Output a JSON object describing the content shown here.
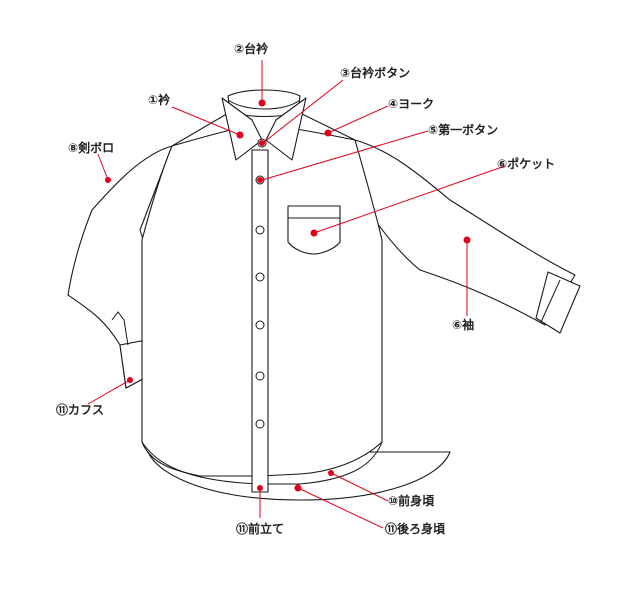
{
  "colors": {
    "accent": "#e0001a",
    "line": "#1a1a1a",
    "background": "#ffffff"
  },
  "labels": {
    "collar": "①衿",
    "collar_band": "②台衿",
    "collar_band_button": "③台衿ボタン",
    "yoke": "④ヨーク",
    "first_button": "⑤第一ボタン",
    "pocket": "⑥ポケット",
    "sleeve": "⑥袖",
    "sword_placket": "⑧剣ボロ",
    "front_body": "⑩前身頃",
    "cuffs": "⑪カフス",
    "front_placket": "⑪前立て",
    "back_body": "⑪後ろ身頃"
  }
}
